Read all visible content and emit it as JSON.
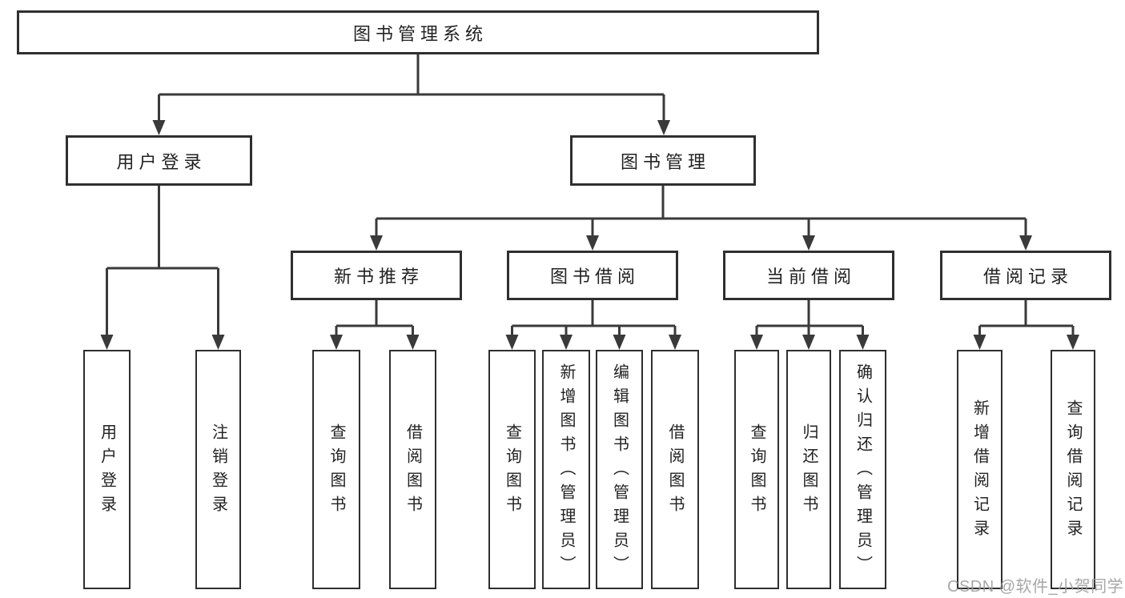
{
  "tree": {
    "label": "图书管理系统",
    "children": [
      {
        "label": "用户登录",
        "children": [
          {
            "label": "用户登录"
          },
          {
            "label": "注销登录"
          }
        ]
      },
      {
        "label": "图书管理",
        "children": [
          {
            "label": "新书推荐",
            "children": [
              {
                "label": "查询图书"
              },
              {
                "label": "借阅图书"
              }
            ]
          },
          {
            "label": "图书借阅",
            "children": [
              {
                "label": "查询图书"
              },
              {
                "label": "新增图书（管理员）"
              },
              {
                "label": "编辑图书（管理员）"
              },
              {
                "label": "借阅图书"
              }
            ]
          },
          {
            "label": "当前借阅",
            "children": [
              {
                "label": "查询图书"
              },
              {
                "label": "归还图书"
              },
              {
                "label": "确认归还（管理员）"
              }
            ]
          },
          {
            "label": "借阅记录",
            "children": [
              {
                "label": "新增借阅记录"
              },
              {
                "label": "查询借阅记录"
              }
            ]
          }
        ]
      }
    ]
  },
  "watermark": {
    "text": "CSDN @软件_小贺同学",
    "color": "#9e9e9e"
  },
  "colors": {
    "background": "#ffffff",
    "line": "#3a3a3a",
    "box_border": "#2f2f2f",
    "text": "#222222"
  }
}
